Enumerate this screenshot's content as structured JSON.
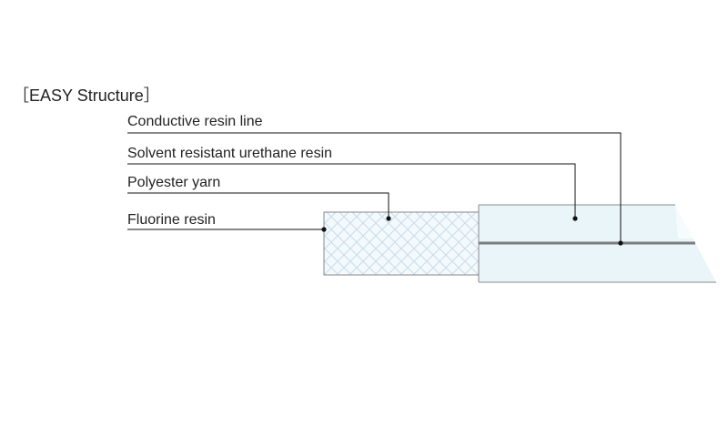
{
  "title": {
    "open_bracket": "［",
    "word1": "EASY",
    "word2": "Structure",
    "close_bracket": "］"
  },
  "labels": [
    {
      "text": "Conductive resin line",
      "target": "conductive-line"
    },
    {
      "text": "Solvent resistant urethane resin",
      "target": "outer-tube"
    },
    {
      "text": "Polyester yarn",
      "target": "braided-layer"
    },
    {
      "text": "Fluorine resin",
      "target": "inner-tube"
    }
  ],
  "colors": {
    "tube_fill": "#e9f5f9",
    "tube_stroke": "#8a8a8a",
    "braid": "#c7dcea",
    "conductive_line": "#7d7d7d",
    "leader": "#111111"
  }
}
